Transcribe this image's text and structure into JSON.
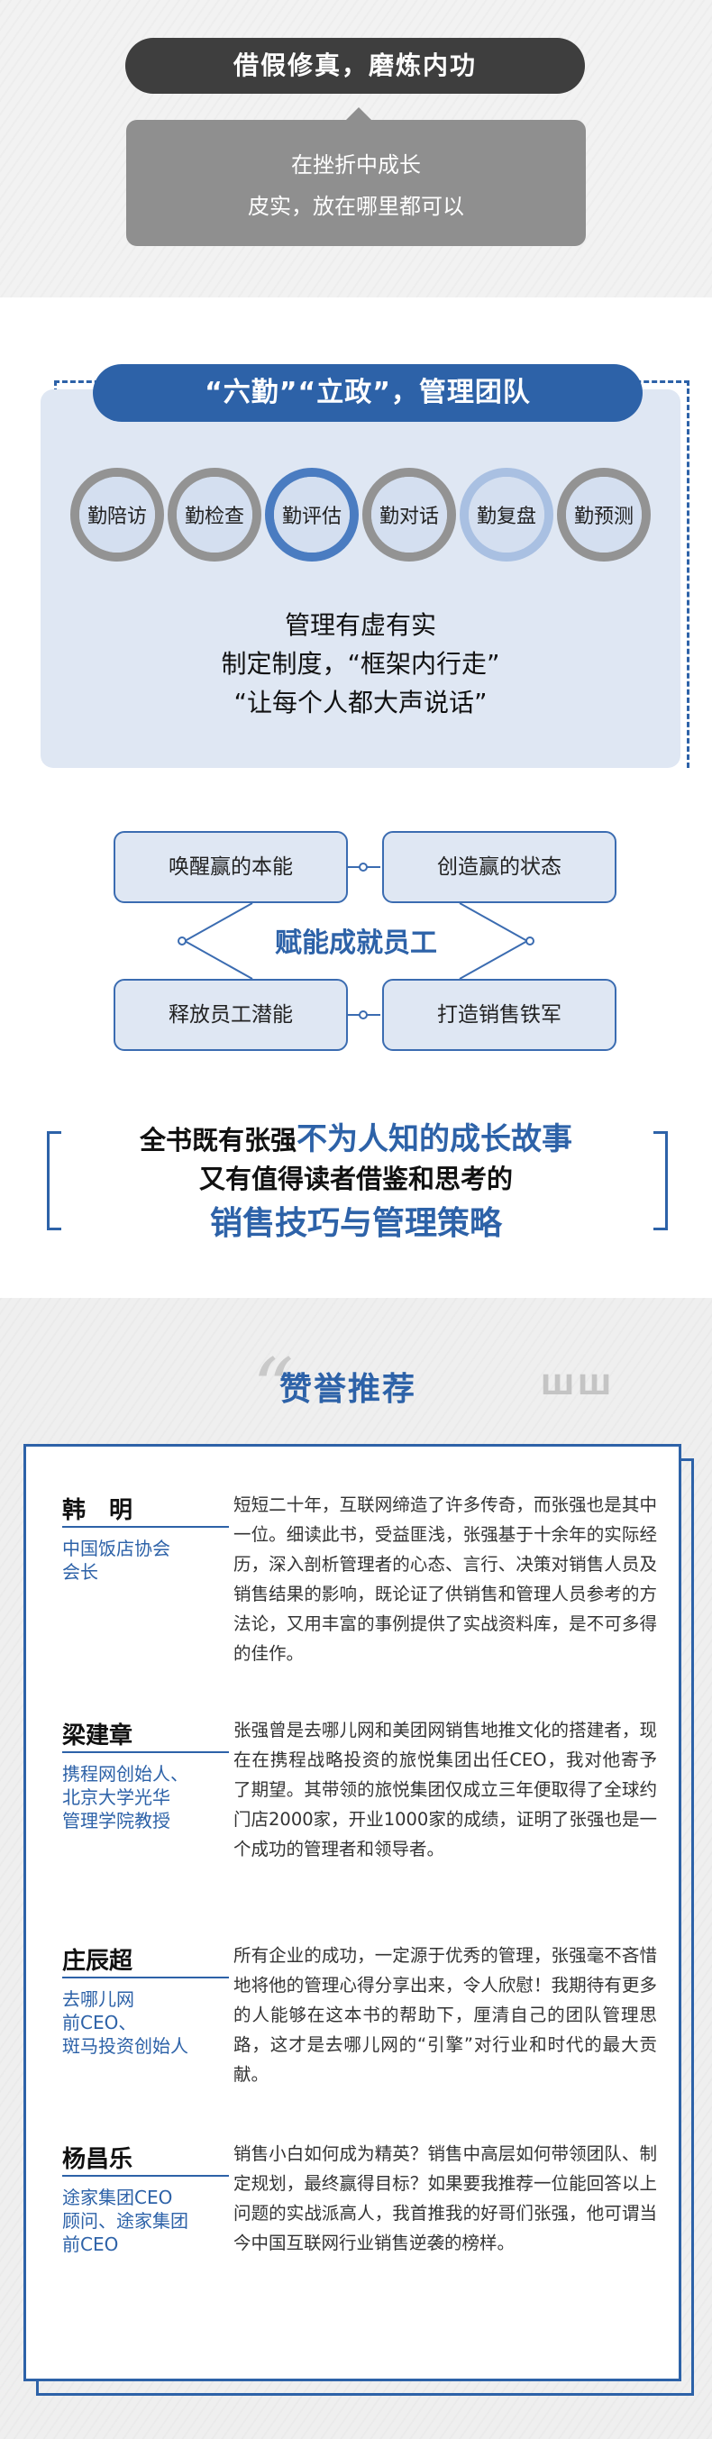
{
  "section1": {
    "headline": "借假修真，磨炼内功",
    "box_line1": "在挫折中成长",
    "box_line2": "皮实，放在哪里都可以"
  },
  "section2": {
    "title": "“六勤”“立政”，管理团队",
    "circles": [
      "勤陪访",
      "勤检查",
      "勤评估",
      "勤对话",
      "勤复盘",
      "勤预测"
    ],
    "lines": [
      "管理有虚有实",
      "制定制度，“框架内行走”",
      "“让每个人都大声说话”"
    ]
  },
  "section3": {
    "top_left": "唤醒赢的本能",
    "top_right": "创造赢的状态",
    "center": "赋能成就员工",
    "bottom_left": "释放员工潜能",
    "bottom_right": "打造销售铁军"
  },
  "section4": {
    "line1_plain": "全书既有张强",
    "line1_bold": "不为人知的成长故事",
    "line2": "又有值得读者借鉴和思考的",
    "line3": "销售技巧与管理策略"
  },
  "section5": {
    "title": "赞誉推荐",
    "deco_text": "ШШ",
    "entries": [
      {
        "name": "韩　明",
        "role_lines": [
          "中国饭店协会",
          "会长"
        ],
        "body": "短短二十年，互联网缔造了许多传奇，而张强也是其中一位。细读此书，受益匪浅，张强基于十余年的实际经历，深入剖析管理者的心态、言行、决策对销售人员及销售结果的影响，既论证了供销售和管理人员参考的方法论，又用丰富的事例提供了实战资料库，是不可多得的佳作。"
      },
      {
        "name": "梁建章",
        "role_lines": [
          "携程网创始人、",
          "北京大学光华",
          "管理学院教授"
        ],
        "body": "张强曾是去哪儿网和美团网销售地推文化的搭建者，现在在携程战略投资的旅悦集团出任CEO，我对他寄予了期望。其带领的旅悦集团仅成立三年便取得了全球约门店2000家，开业1000家的成绩，证明了张强也是一个成功的管理者和领导者。"
      },
      {
        "name": "庄辰超",
        "role_lines": [
          "去哪儿网",
          "前CEO、",
          "斑马投资创始人"
        ],
        "body": "所有企业的成功，一定源于优秀的管理，张强毫不吝惜地将他的管理心得分享出来，令人欣慰！我期待有更多的人能够在这本书的帮助下，厘清自己的团队管理思路，这才是去哪儿网的“引擎”对行业和时代的最大贡献。"
      },
      {
        "name": "杨昌乐",
        "role_lines": [
          "途家集团CEO",
          "顾问、途家集团",
          "前CEO"
        ],
        "body": "销售小白如何成为精英？销售中高层如何带领团队、制定规划，最终赢得目标？如果要我推荐一位能回答以上问题的实战派高人，我首推我的好哥们张强，他可谓当今中国互联网行业销售逆袭的榜样。"
      }
    ]
  }
}
